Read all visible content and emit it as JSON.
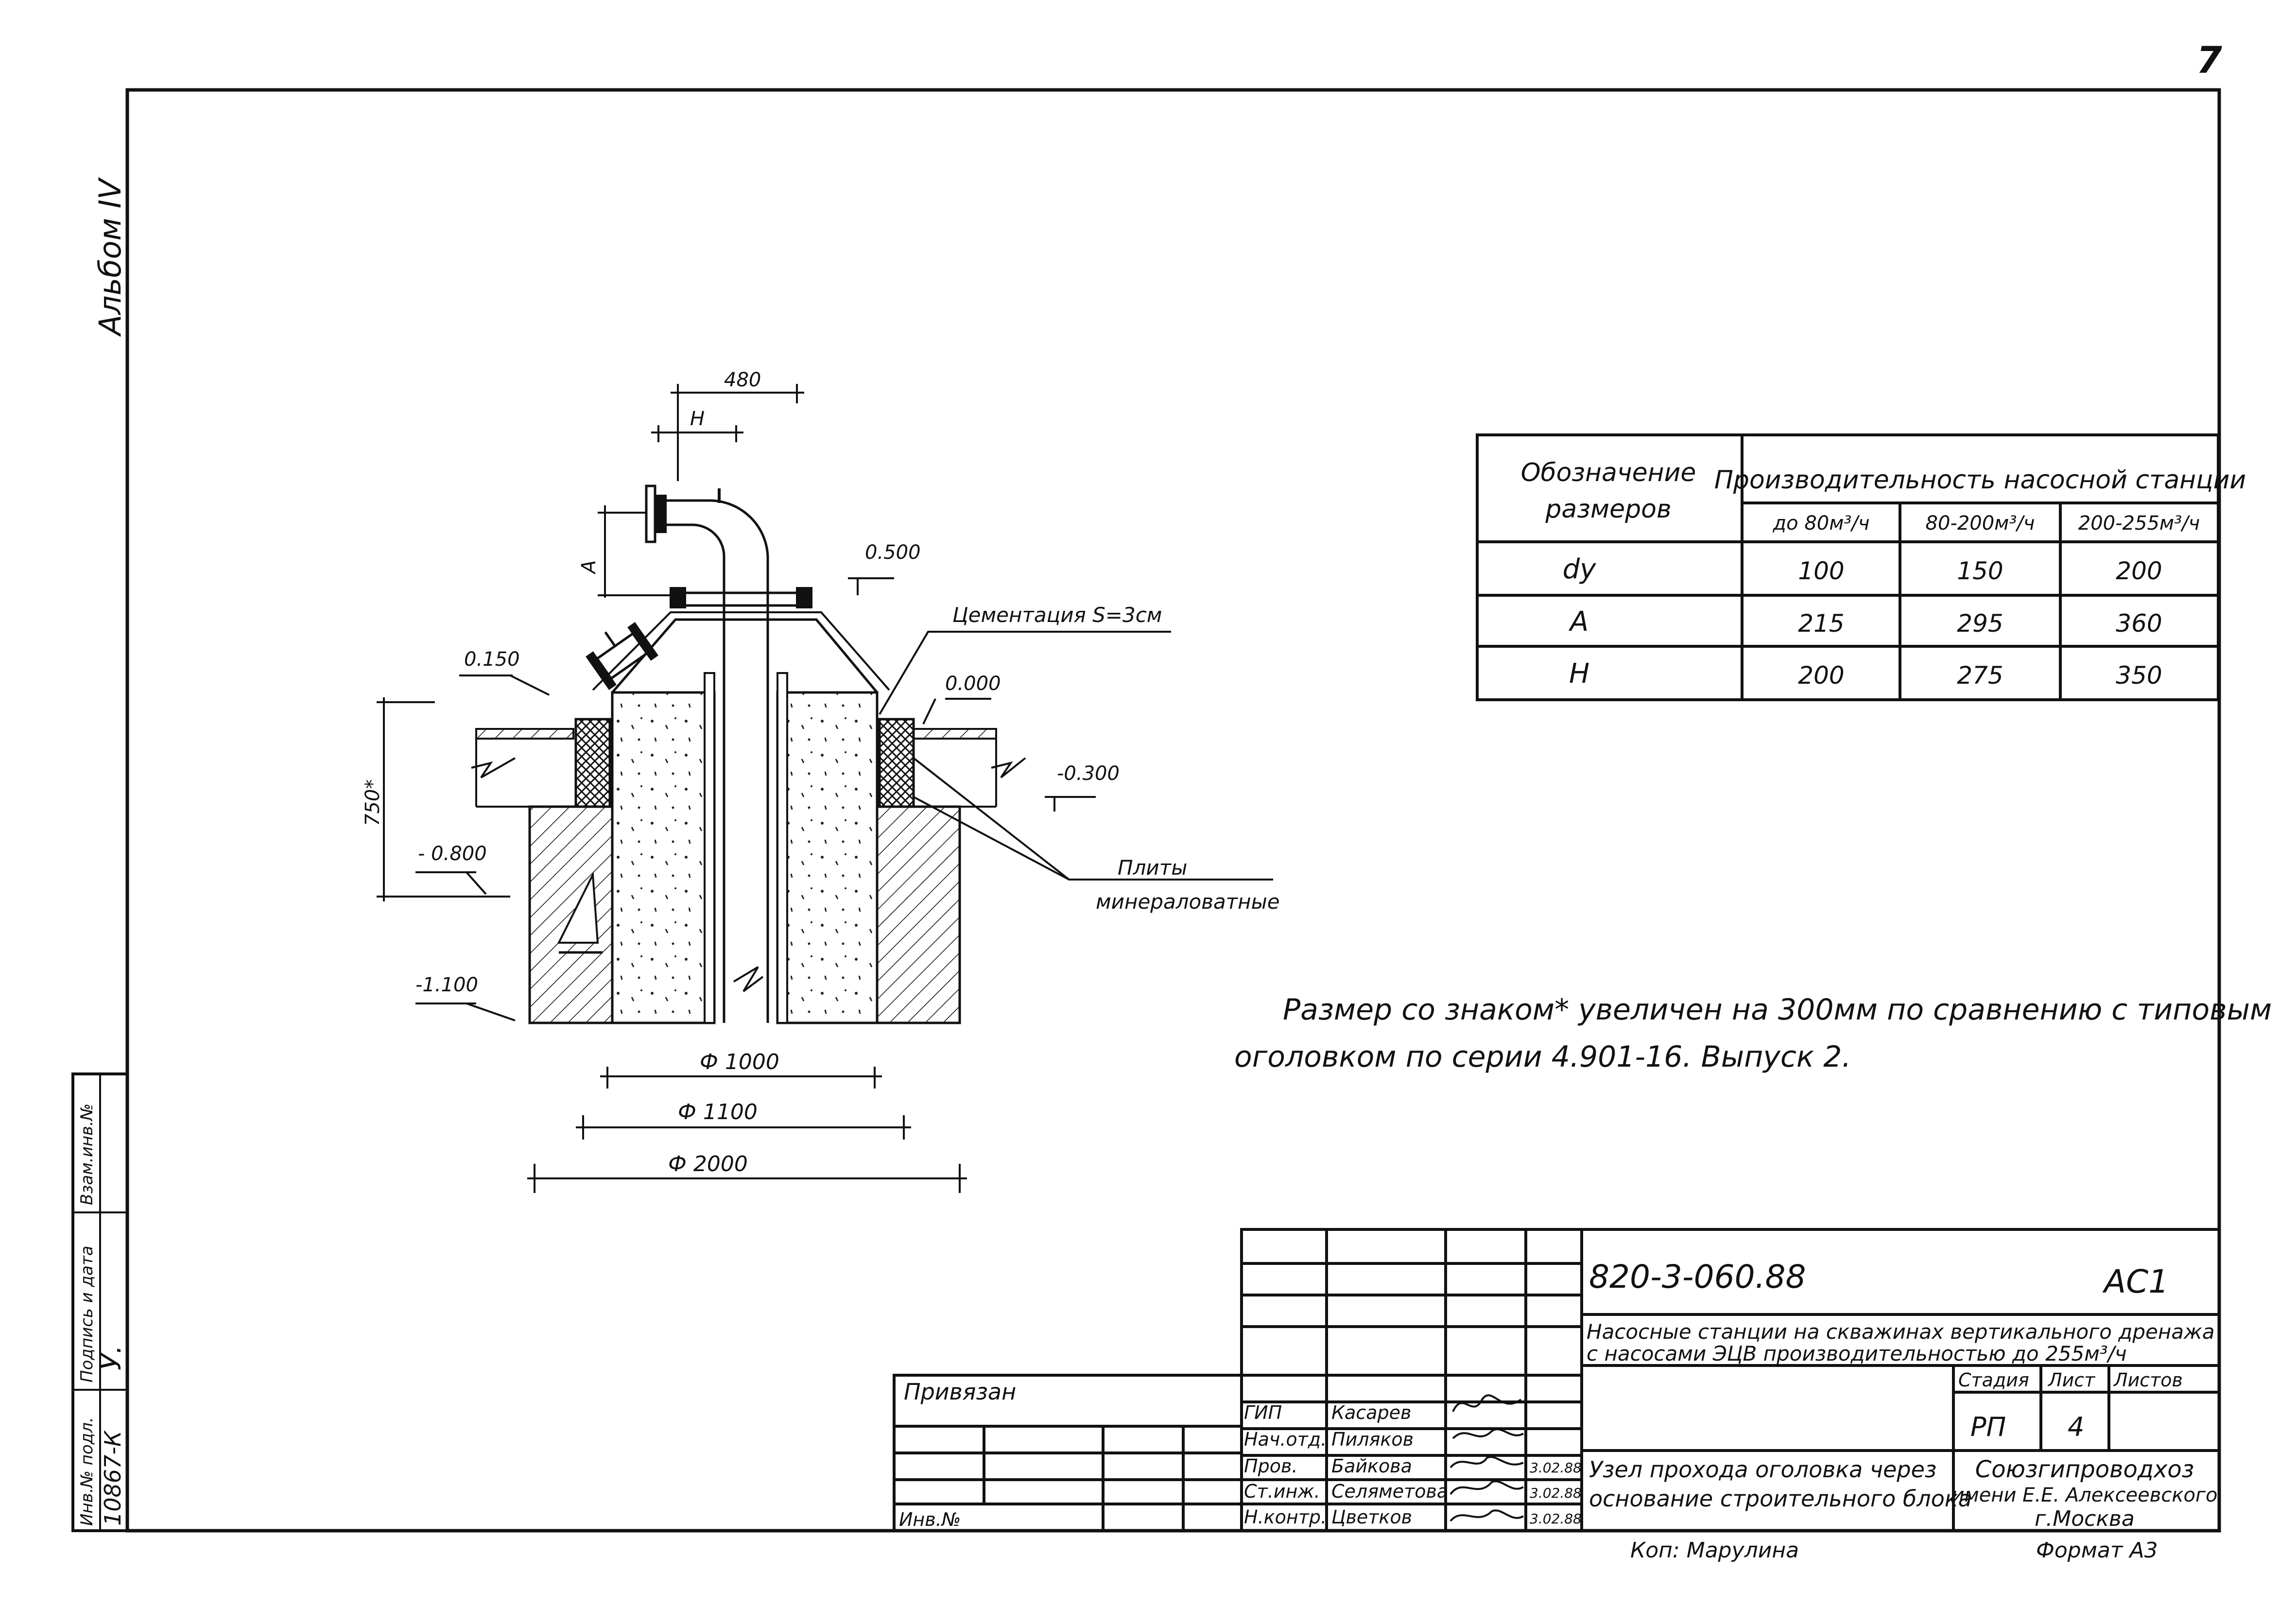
{
  "page_number": "7",
  "album": "Альбом IV",
  "dims": {
    "d480": "480",
    "H": "H",
    "A": "A",
    "el_0500": "0.500",
    "el_0150": "0.150",
    "el_0000": "0.000",
    "el_m0300": "-0.300",
    "el_m0800": "- 0.800",
    "el_m1100": "-1.100",
    "d750": "750*",
    "phi1000": "Ф 1000",
    "phi1100": "Ф 1100",
    "phi2000": "Ф 2000"
  },
  "labels": {
    "cementation": "Цементация S=3см",
    "plates_1": "Плиты",
    "plates_2": "минераловатные"
  },
  "note": {
    "line1": "Размер со знаком* увеличен на 300мм по сравнению с типовым",
    "line2": "оголовком по серии 4.901-16. Выпуск 2."
  },
  "table": {
    "header_col": "Обозначение размеров",
    "header_col_1": "Обозначение",
    "header_col_2": "размеров",
    "header_group": "Производительность насосной станции",
    "subheaders": [
      "до 80м³/ч",
      "80-200м³/ч",
      "200-255м³/ч"
    ],
    "rows": [
      {
        "name": "dy",
        "values": [
          "100",
          "150",
          "200"
        ]
      },
      {
        "name": "A",
        "values": [
          "215",
          "295",
          "360"
        ]
      },
      {
        "name": "H",
        "values": [
          "200",
          "275",
          "350"
        ]
      }
    ]
  },
  "left_stamp": {
    "vzam": "Взам.инв.№",
    "podpis": "Подпись и дата",
    "inv": "Инв.№ подл.",
    "inv_value": "10867-К"
  },
  "title_block": {
    "code": "820-3-060.88",
    "sheet_mark": "АС1",
    "project_1": "Насосные станции на скважинах вертикального дренажа",
    "project_2": "с насосами ЭЦВ производительностью до 255м³/ч",
    "stage_label": "Стадия",
    "sheet_label": "Лист",
    "sheets_label": "Листов",
    "stage": "РП",
    "sheet": "4",
    "drawing_1": "Узел прохода оголовка через",
    "drawing_2": "основание строительного блока",
    "org_1": "Союзгипроводхоз",
    "org_2": "имени Е.Е. Алексеевского",
    "org_3": "г.Москва",
    "privyazan": "Привязан",
    "inv_no": "Инв.№",
    "people": [
      {
        "role": "ГИП",
        "name": "Касарев",
        "date": ""
      },
      {
        "role": "Нач.отд.",
        "name": "Пиляков",
        "date": ""
      },
      {
        "role": "Пров.",
        "name": "Байкова",
        "date": "3.02.88"
      },
      {
        "role": "Ст.инж.",
        "name": "Селяметова",
        "date": "3.02.88"
      },
      {
        "role": "Н.контр.",
        "name": "Цветков",
        "date": "3.02.88"
      }
    ],
    "copied": "Коп: Марулина",
    "format": "Формат А3"
  }
}
